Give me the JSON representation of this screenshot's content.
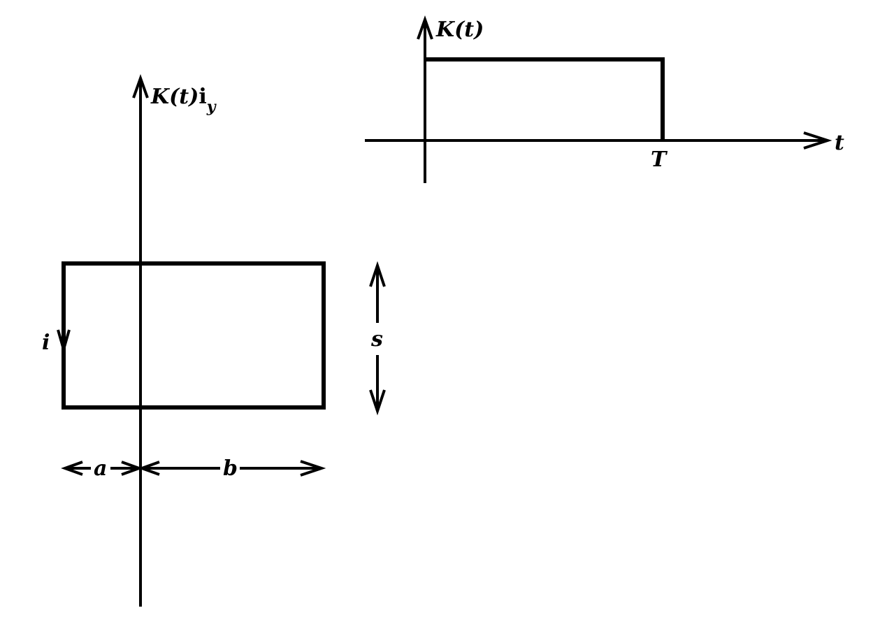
{
  "loop_diagram": {
    "axis_label": "K(t)",
    "axis_unit_vector": "i",
    "axis_unit_subscript": "y",
    "current_label": "i",
    "height_label": "s",
    "left_width_label": "a",
    "right_width_label": "b"
  },
  "pulse_plot": {
    "y_label": "K(t)",
    "x_label": "t",
    "pulse_end_label": "T"
  },
  "colors": {
    "ink": "#000000",
    "background": "#ffffff"
  }
}
